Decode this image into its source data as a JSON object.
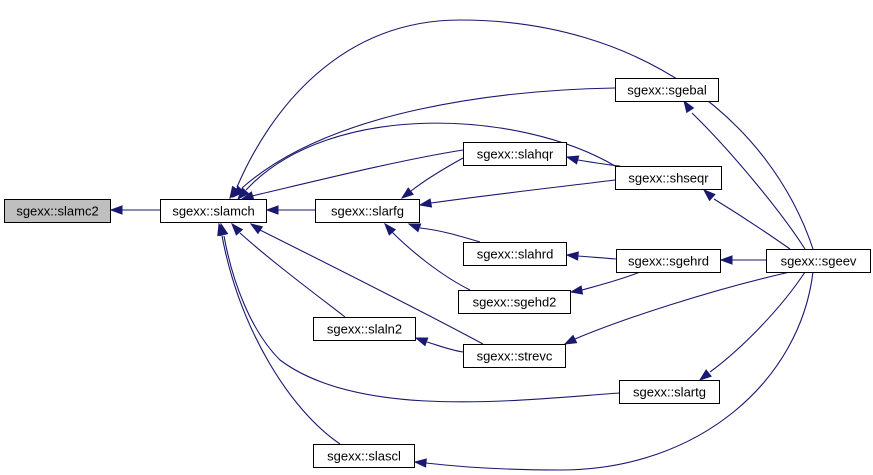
{
  "diagram": {
    "type": "call-graph",
    "colors": {
      "edge": "#191970",
      "node_fill": "#ffffff",
      "root_fill": "#bfbfbf",
      "node_stroke": "#000000"
    },
    "nodes": [
      {
        "id": "slamc2",
        "label": "sgexx::slamc2",
        "highlighted": true
      },
      {
        "id": "slamch",
        "label": "sgexx::slamch"
      },
      {
        "id": "slarfg",
        "label": "sgexx::slarfg"
      },
      {
        "id": "slahqr",
        "label": "sgexx::slahqr"
      },
      {
        "id": "slahrd",
        "label": "sgexx::slahrd"
      },
      {
        "id": "sgehd2",
        "label": "sgexx::sgehd2"
      },
      {
        "id": "slaln2",
        "label": "sgexx::slaln2"
      },
      {
        "id": "strevc",
        "label": "sgexx::strevc"
      },
      {
        "id": "slascl",
        "label": "sgexx::slascl"
      },
      {
        "id": "sgebal",
        "label": "sgexx::sgebal"
      },
      {
        "id": "shseqr",
        "label": "sgexx::shseqr"
      },
      {
        "id": "sgehrd",
        "label": "sgexx::sgehrd"
      },
      {
        "id": "slartg",
        "label": "sgexx::slartg"
      },
      {
        "id": "sgeev",
        "label": "sgexx::sgeev"
      }
    ],
    "edges": [
      {
        "from": "slamch",
        "to": "slamc2"
      },
      {
        "from": "slarfg",
        "to": "slamch"
      },
      {
        "from": "slahqr",
        "to": "slamch"
      },
      {
        "from": "shseqr",
        "to": "slamch"
      },
      {
        "from": "sgebal",
        "to": "slamch"
      },
      {
        "from": "sgeev",
        "to": "slamch"
      },
      {
        "from": "slaln2",
        "to": "slamch"
      },
      {
        "from": "strevc",
        "to": "slamch"
      },
      {
        "from": "slartg",
        "to": "slamch"
      },
      {
        "from": "slascl",
        "to": "slamch"
      },
      {
        "from": "slahqr",
        "to": "slarfg"
      },
      {
        "from": "shseqr",
        "to": "slarfg"
      },
      {
        "from": "slahrd",
        "to": "slarfg"
      },
      {
        "from": "sgehd2",
        "to": "slarfg"
      },
      {
        "from": "shseqr",
        "to": "slahqr"
      },
      {
        "from": "sgehrd",
        "to": "slahrd"
      },
      {
        "from": "sgehrd",
        "to": "sgehd2"
      },
      {
        "from": "strevc",
        "to": "slaln2"
      },
      {
        "from": "sgeev",
        "to": "sgebal"
      },
      {
        "from": "sgeev",
        "to": "shseqr"
      },
      {
        "from": "sgeev",
        "to": "sgehrd"
      },
      {
        "from": "sgeev",
        "to": "strevc"
      },
      {
        "from": "sgeev",
        "to": "slartg"
      },
      {
        "from": "sgeev",
        "to": "slascl"
      }
    ]
  }
}
